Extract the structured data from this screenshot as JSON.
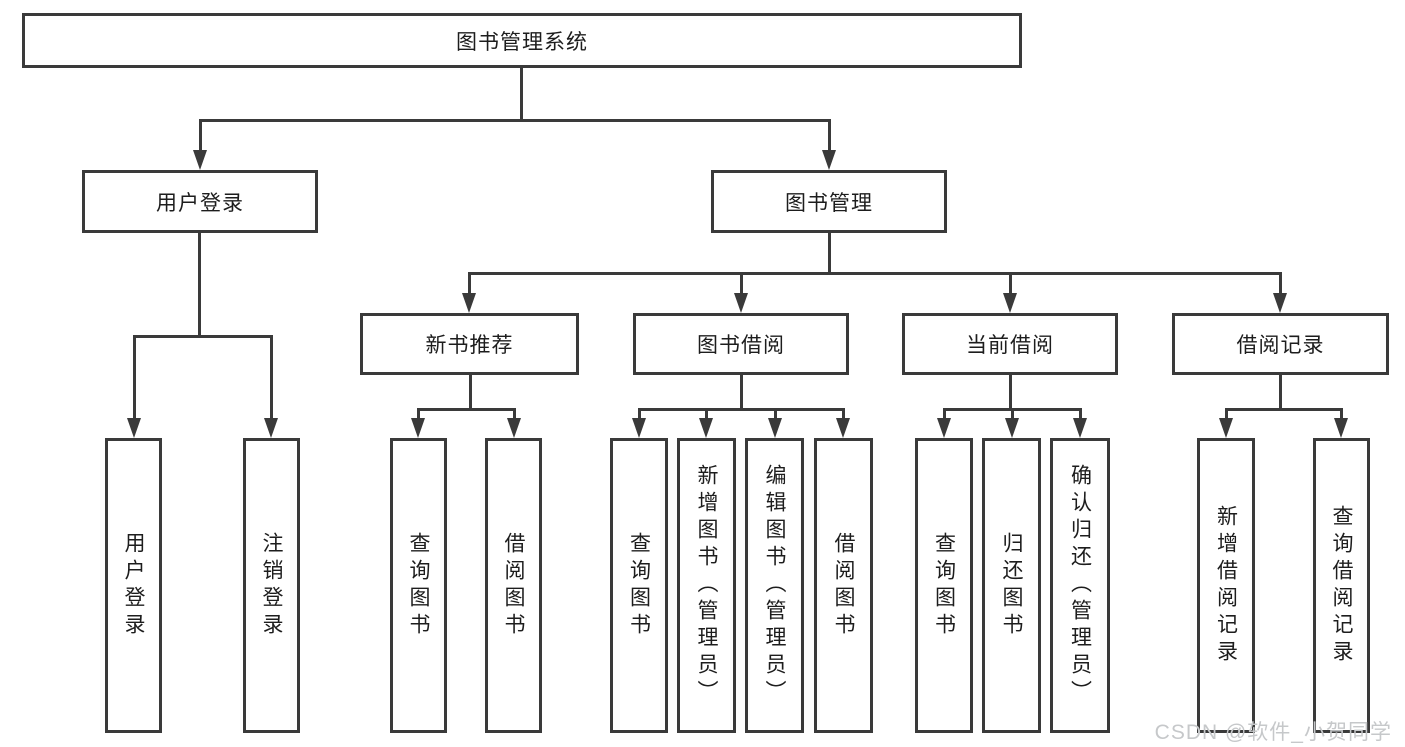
{
  "tree": {
    "root": {
      "label": "图书管理系统"
    },
    "branches": [
      {
        "label": "用户登录",
        "leaves": [
          {
            "label": "用户登录"
          },
          {
            "label": "注销登录"
          }
        ]
      },
      {
        "label": "图书管理",
        "groups": [
          {
            "label": "新书推荐",
            "leaves": [
              {
                "label": "查询图书"
              },
              {
                "label": "借阅图书"
              }
            ]
          },
          {
            "label": "图书借阅",
            "leaves": [
              {
                "label": "查询图书"
              },
              {
                "label": "新增图书（管理员）"
              },
              {
                "label": "编辑图书（管理员）"
              },
              {
                "label": "借阅图书"
              }
            ]
          },
          {
            "label": "当前借阅",
            "leaves": [
              {
                "label": "查询图书"
              },
              {
                "label": "归还图书"
              },
              {
                "label": "确认归还（管理员）"
              }
            ]
          },
          {
            "label": "借阅记录",
            "leaves": [
              {
                "label": "新增借阅记录"
              },
              {
                "label": "查询借阅记录"
              }
            ]
          }
        ]
      }
    ]
  },
  "watermark": "CSDN @软件_小贺同学",
  "colors": {
    "line": "#3a3a3a",
    "text": "#1d1d1d",
    "watermark": "#c6c8ca",
    "background": "#ffffff"
  }
}
